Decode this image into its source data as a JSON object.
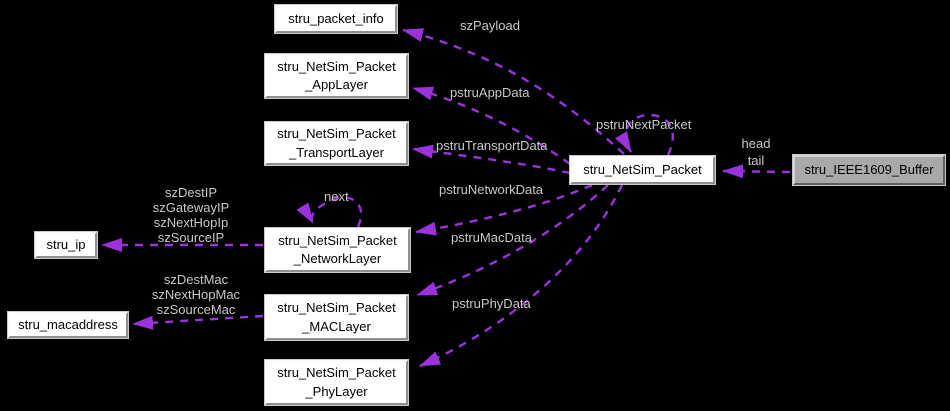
{
  "colors": {
    "background": "#000000",
    "edge": "#9b32dc",
    "edge_label_text": "#c8c8c8",
    "node_fill": "#ffffff",
    "node_text": "#000000",
    "highlight_node_fill": "#a9a9a9"
  },
  "nodes": {
    "packet_info": {
      "label": "stru_packet_info"
    },
    "app_layer": {
      "label": "stru_NetSim_Packet\n_AppLayer"
    },
    "transport_layer": {
      "label": "stru_NetSim_Packet\n_TransportLayer"
    },
    "network_layer": {
      "label": "stru_NetSim_Packet\n_NetworkLayer"
    },
    "mac_layer": {
      "label": "stru_NetSim_Packet\n_MACLayer"
    },
    "phy_layer": {
      "label": "stru_NetSim_Packet\n_PhyLayer"
    },
    "ip": {
      "label": "stru_ip"
    },
    "macaddress": {
      "label": "stru_macaddress"
    },
    "netsim_packet": {
      "label": "stru_NetSim_Packet"
    },
    "ieee1609_buffer": {
      "label": "stru_IEEE1609_Buffer",
      "highlighted": true
    }
  },
  "edges": [
    {
      "label": "szPayload",
      "from": "stru_NetSim_Packet",
      "to": "stru_packet_info"
    },
    {
      "label": "pstruAppData",
      "from": "stru_NetSim_Packet",
      "to": "stru_NetSim_Packet_AppLayer"
    },
    {
      "label": "pstruTransportData",
      "from": "stru_NetSim_Packet",
      "to": "stru_NetSim_Packet_TransportLayer"
    },
    {
      "label": "pstruNetworkData",
      "from": "stru_NetSim_Packet",
      "to": "stru_NetSim_Packet_NetworkLayer"
    },
    {
      "label": "pstruMacData",
      "from": "stru_NetSim_Packet",
      "to": "stru_NetSim_Packet_MACLayer"
    },
    {
      "label": "pstruPhyData",
      "from": "stru_NetSim_Packet",
      "to": "stru_NetSim_Packet_PhyLayer"
    },
    {
      "label": "pstruNextPacket",
      "from": "stru_NetSim_Packet",
      "to": "stru_NetSim_Packet"
    },
    {
      "label": "head\ntail",
      "from": "stru_IEEE1609_Buffer",
      "to": "stru_NetSim_Packet"
    },
    {
      "label": "next",
      "from": "stru_NetSim_Packet_NetworkLayer",
      "to": "stru_NetSim_Packet_NetworkLayer"
    },
    {
      "label": "szDestIP\nszGatewayIP\nszNextHopIp\nszSourceIP",
      "from": "stru_NetSim_Packet_NetworkLayer",
      "to": "stru_ip"
    },
    {
      "label": "szDestMac\nszNextHopMac\nszSourceMac",
      "from": "stru_NetSim_Packet_MACLayer",
      "to": "stru_macaddress"
    }
  ]
}
